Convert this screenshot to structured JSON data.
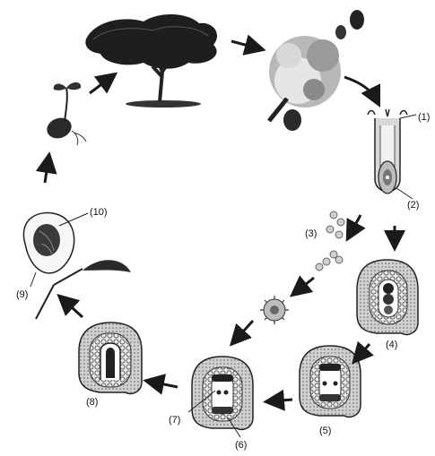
{
  "labels": {
    "l1": "(1)",
    "l2": "(2)",
    "l3": "(3)",
    "l4": "(4)",
    "l5": "(5)",
    "l6": "(6)",
    "l7": "(7)",
    "l8": "(8)",
    "l9": "(9)",
    "l10": "(10)"
  }
}
